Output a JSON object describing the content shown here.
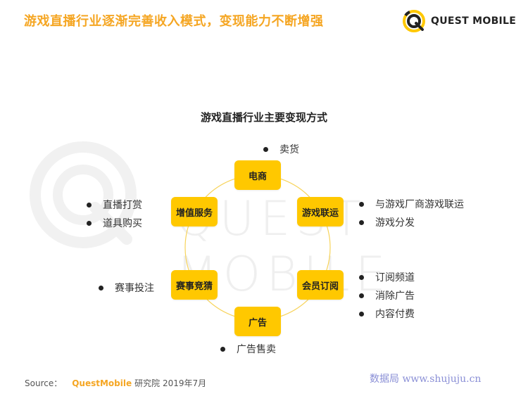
{
  "header": {
    "title": "游戏直播行业逐渐完善收入模式，变现能力不断增强"
  },
  "brand": {
    "name": "QUEST MOBILE",
    "accent": "#ffc800",
    "icon": "quest-logo-icon"
  },
  "diagram": {
    "title": "游戏直播行业主要变现方式",
    "nodes": [
      {
        "label": "电商",
        "items": [
          "卖货"
        ]
      },
      {
        "label": "游戏联运",
        "items": [
          "与游戏厂商游戏联运",
          "游戏分发"
        ]
      },
      {
        "label": "会员订阅",
        "items": [
          "订阅频道",
          "消除广告",
          "内容付费"
        ]
      },
      {
        "label": "广告",
        "items": [
          "广告售卖"
        ]
      },
      {
        "label": "赛事竞猜",
        "items": [
          "赛事投注"
        ]
      },
      {
        "label": "增值服务",
        "items": [
          "直播打赏",
          "道具购买"
        ]
      }
    ]
  },
  "footer": {
    "source_label": "Source：",
    "source_brand": "QuestMobile",
    "source_rest": "研究院 2019年7月"
  },
  "site_watermark": "数据局 www.shujuju.cn",
  "colors": {
    "title": "#f5a623",
    "node": "#ffc800",
    "ring": "#f7d35a"
  }
}
